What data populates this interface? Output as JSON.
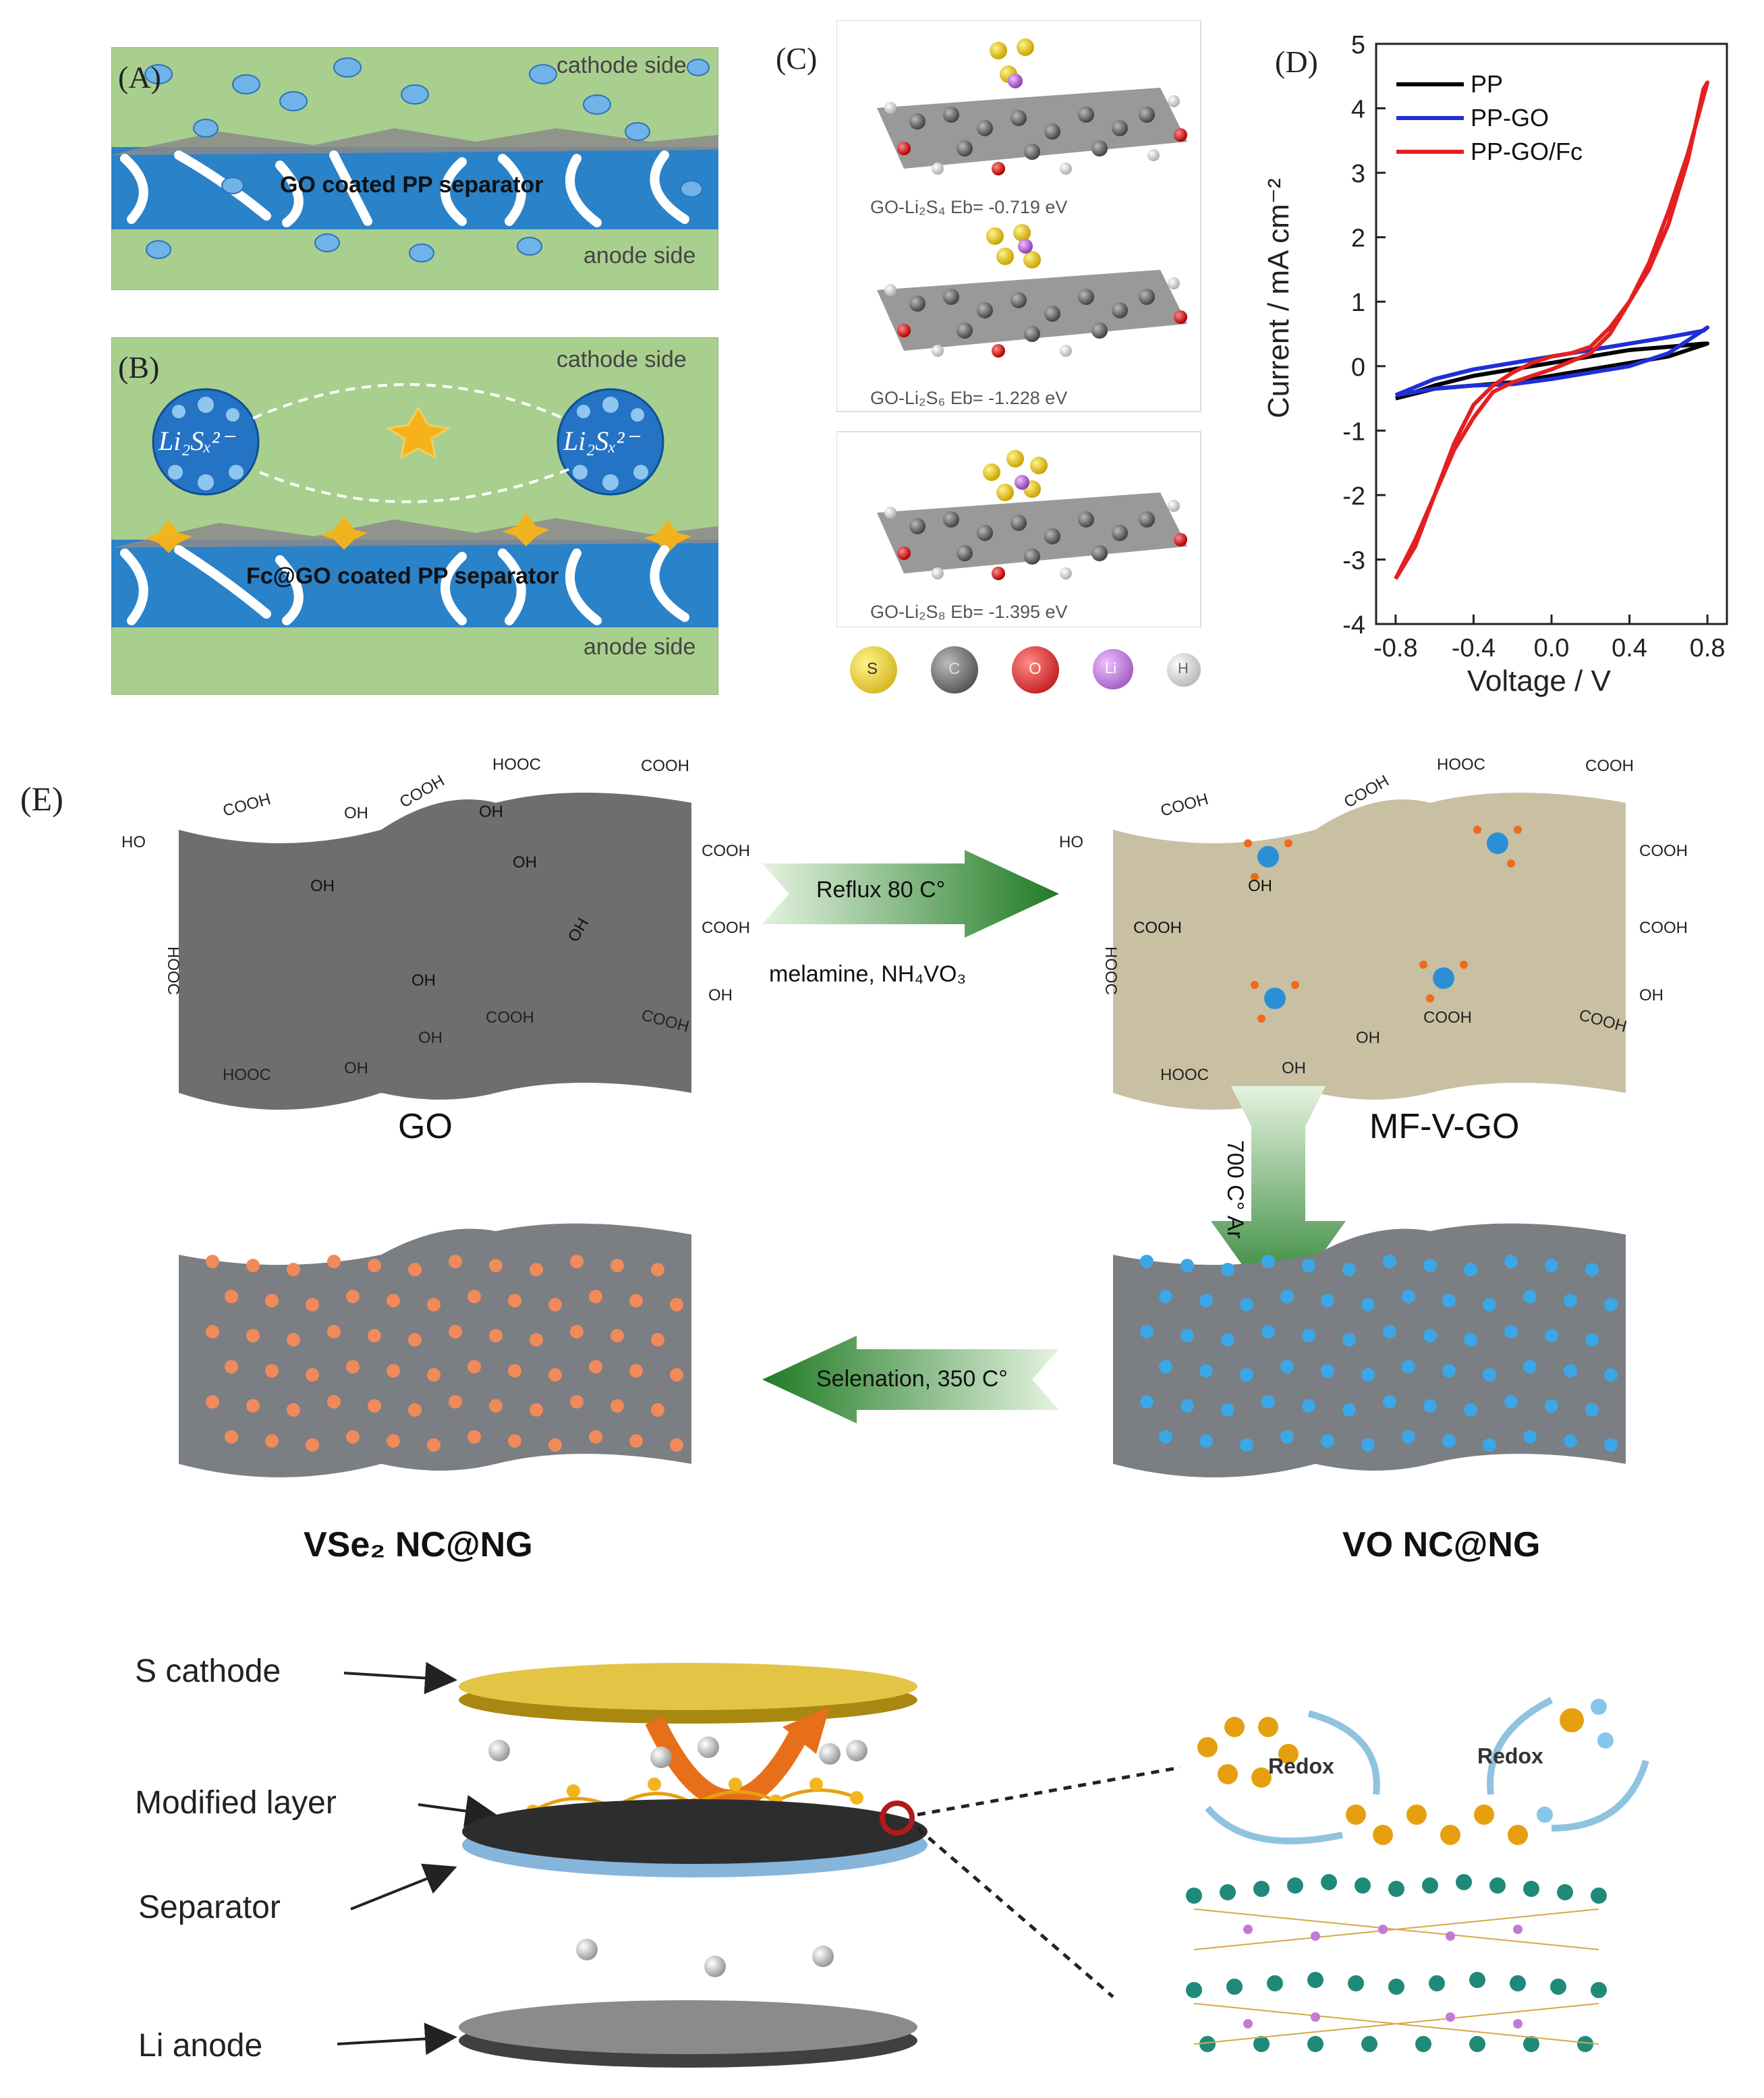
{
  "panel_A": {
    "label": "(A)",
    "cathode_side": "cathode side",
    "anode_side": "anode side",
    "separator_label": "GO coated PP separator"
  },
  "panel_B": {
    "label": "(B)",
    "cathode_side": "cathode side",
    "anode_side": "anode side",
    "separator_label": "Fc@GO coated PP separator",
    "polysulfide_left": "Li₂Sₓ²⁻",
    "polysulfide_right": "Li₂Sₓ²⁻"
  },
  "panel_C": {
    "label": "(C)",
    "structures": [
      {
        "caption": "GO-Li₂S₄   Eb= -0.719 eV"
      },
      {
        "caption": "GO-Li₂S₆   Eb= -1.228 eV"
      },
      {
        "caption": "GO-Li₂S₈   Eb= -1.395 eV"
      }
    ],
    "atom_legend": [
      {
        "symbol": "S",
        "color": "#e6c619"
      },
      {
        "symbol": "C",
        "color": "#555555"
      },
      {
        "symbol": "O",
        "color": "#e01f1f"
      },
      {
        "symbol": "Li",
        "color": "#b56bd6"
      },
      {
        "symbol": "H",
        "color": "#dddddd"
      }
    ]
  },
  "panel_D": {
    "label": "(D)",
    "chart_data": {
      "type": "line",
      "xlabel": "Voltage / V",
      "ylabel": "Current / mA cm⁻²",
      "xlim": [
        -0.9,
        0.9
      ],
      "ylim": [
        -4,
        5
      ],
      "xticks": [
        "-0.8",
        "-0.4",
        "0.0",
        "0.4",
        "0.8"
      ],
      "yticks": [
        "-4",
        "-3",
        "-2",
        "-1",
        "0",
        "1",
        "2",
        "3",
        "4",
        "5"
      ],
      "legend_position": "top-left",
      "series": [
        {
          "name": "PP",
          "color": "#000000",
          "x": [
            -0.8,
            -0.6,
            -0.4,
            -0.2,
            0.0,
            0.2,
            0.4,
            0.6,
            0.8,
            0.78,
            0.6,
            0.4,
            0.2,
            0.0,
            -0.2,
            -0.4,
            -0.6,
            -0.8
          ],
          "y": [
            -0.5,
            -0.35,
            -0.3,
            -0.25,
            -0.15,
            -0.05,
            0.05,
            0.15,
            0.35,
            0.35,
            0.3,
            0.25,
            0.15,
            0.05,
            -0.05,
            -0.15,
            -0.3,
            -0.5
          ]
        },
        {
          "name": "PP-GO",
          "color": "#1f2fd6",
          "x": [
            -0.8,
            -0.6,
            -0.4,
            -0.2,
            0.0,
            0.2,
            0.4,
            0.6,
            0.8,
            0.78,
            0.6,
            0.4,
            0.2,
            0.0,
            -0.2,
            -0.4,
            -0.6,
            -0.8
          ],
          "y": [
            -0.45,
            -0.35,
            -0.3,
            -0.28,
            -0.2,
            -0.1,
            0.0,
            0.2,
            0.6,
            0.55,
            0.45,
            0.35,
            0.25,
            0.15,
            0.05,
            -0.05,
            -0.2,
            -0.45
          ]
        },
        {
          "name": "PP-GO/Fc",
          "color": "#e32020",
          "x": [
            -0.8,
            -0.7,
            -0.6,
            -0.5,
            -0.4,
            -0.3,
            -0.2,
            0.0,
            0.2,
            0.3,
            0.4,
            0.5,
            0.6,
            0.7,
            0.8,
            0.78,
            0.7,
            0.6,
            0.5,
            0.4,
            0.3,
            0.2,
            0.1,
            0.0,
            -0.1,
            -0.2,
            -0.3,
            -0.4,
            -0.5,
            -0.6,
            -0.7,
            -0.8
          ],
          "y": [
            -3.3,
            -2.7,
            -2.0,
            -1.3,
            -0.8,
            -0.4,
            -0.25,
            -0.05,
            0.2,
            0.5,
            1.0,
            1.6,
            2.4,
            3.3,
            4.4,
            4.3,
            3.2,
            2.2,
            1.5,
            1.0,
            0.6,
            0.3,
            0.2,
            0.15,
            0.05,
            -0.1,
            -0.3,
            -0.6,
            -1.2,
            -2.0,
            -2.8,
            -3.3
          ]
        }
      ]
    }
  },
  "panel_E": {
    "label": "(E)",
    "go_name": "GO",
    "mfvgo_name": "MF-V-GO",
    "vonc_name": "VO NC@NG",
    "vse2_name": "VSe₂ NC@NG",
    "arrow1_top": "Reflux 80 C°",
    "arrow1_bottom": "melamine, NH₄VO₃",
    "arrow2_text": "700 C° Ar",
    "arrow3_text": "Selenation, 350 C°",
    "groups": {
      "cooh": "COOH",
      "hooc": "HOOC",
      "oh": "OH",
      "ho": "HO"
    }
  },
  "panel_F": {
    "s_cathode": "S cathode",
    "modified_layer": "Modified layer",
    "separator": "Separator",
    "li_anode": "Li anode",
    "redox_left": "Redox",
    "redox_right": "Redox"
  },
  "colors": {
    "green_bg": "#a9cf8e",
    "sep_blue": "#2a82c9",
    "go_gray": "#6e6e70",
    "mf_tan": "#c9bfa2",
    "sheet_gray": "#7b7e82",
    "plot_red": "#e32020",
    "plot_blue": "#1f2fd6"
  }
}
